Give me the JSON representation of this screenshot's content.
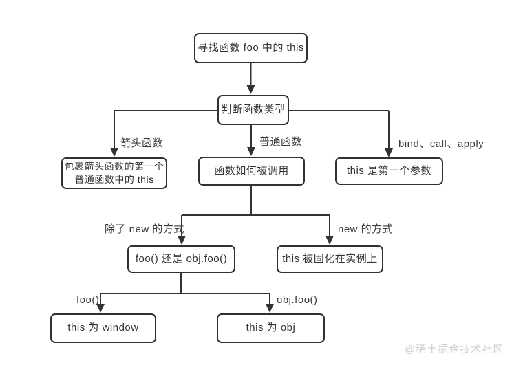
{
  "colors": {
    "line": "#333333",
    "box_border": "#313131",
    "text": "#333333",
    "watermark": "#cdcdcd",
    "background": "#ffffff"
  },
  "nodes": {
    "find_this": {
      "label": "寻找函数 foo 中的 this"
    },
    "judge_type": {
      "label": "判断函数类型"
    },
    "arrow_fn_result": {
      "line1": "包裹箭头函数的第一个",
      "line2": "普通函数中的 this"
    },
    "how_called": {
      "label": "函数如何被调用"
    },
    "bind_result": {
      "label": "this 是第一个参数"
    },
    "which_call": {
      "label": "foo() 还是 obj.foo()"
    },
    "new_result": {
      "label": "this 被固化在实例上"
    },
    "window_result": {
      "label": "this 为 window"
    },
    "obj_result": {
      "label": "this 为 obj"
    }
  },
  "edge_labels": {
    "arrow_fn": "箭头函数",
    "normal_fn": "普通函数",
    "bind_call_apply": "bind、call、apply",
    "not_new": "除了 new 的方式",
    "with_new": "new 的方式",
    "foo_call": "foo()",
    "obj_foo_call": "obj.foo()"
  },
  "watermark": {
    "label": "@稀土掘金技术社区"
  }
}
